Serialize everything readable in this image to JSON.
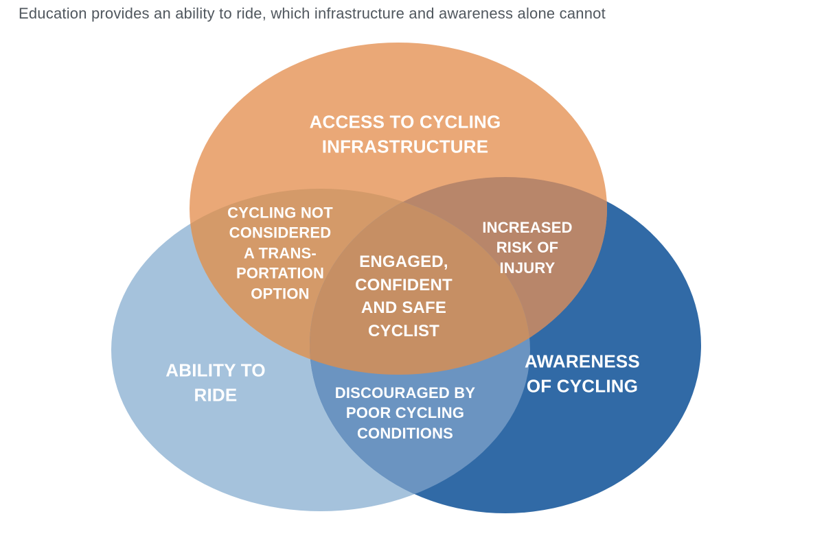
{
  "title": "Education provides an ability to ride, which infrastructure and awareness alone cannot",
  "colors": {
    "title_text": "#50575E",
    "label_text": "#FFFFFF",
    "infrastructure": "#EAA877",
    "ability": "#A5C2DC",
    "awareness": "#316AA6",
    "infra_ability_overlap": "#D49A69",
    "infra_awareness_overlap": "#B8866A",
    "ability_awareness_overlap": "#6B94C1",
    "center_overlap": "#C68F64"
  },
  "labels": {
    "infrastructure": "ACCESS TO CYCLING\nINFRASTRUCTURE",
    "ability": "ABILITY TO\nRIDE",
    "awareness": "AWARENESS\nOF CYCLING",
    "infra_ability": "CYCLING NOT\nCONSIDERED\nA TRANS-\nPORTATION\nOPTION",
    "infra_awareness": "INCREASED\nRISK OF\nINJURY",
    "ability_awareness": "DISCOURAGED BY\nPOOR CYCLING\nCONDITIONS",
    "center": "ENGAGED,\nCONFIDENT\nAND SAFE\nCYCLIST"
  },
  "venn_data": {
    "type": "venn-3",
    "sets": [
      {
        "id": "infrastructure",
        "label": "ACCESS TO CYCLING INFRASTRUCTURE"
      },
      {
        "id": "ability",
        "label": "ABILITY TO RIDE"
      },
      {
        "id": "awareness",
        "label": "AWARENESS OF CYCLING"
      }
    ],
    "intersections": [
      {
        "sets": [
          "infrastructure",
          "ability"
        ],
        "label": "CYCLING NOT CONSIDERED A TRANSPORTATION OPTION"
      },
      {
        "sets": [
          "infrastructure",
          "awareness"
        ],
        "label": "INCREASED RISK OF INJURY"
      },
      {
        "sets": [
          "ability",
          "awareness"
        ],
        "label": "DISCOURAGED BY POOR CYCLING CONDITIONS"
      },
      {
        "sets": [
          "infrastructure",
          "ability",
          "awareness"
        ],
        "label": "ENGAGED, CONFIDENT AND SAFE CYCLIST"
      }
    ]
  }
}
